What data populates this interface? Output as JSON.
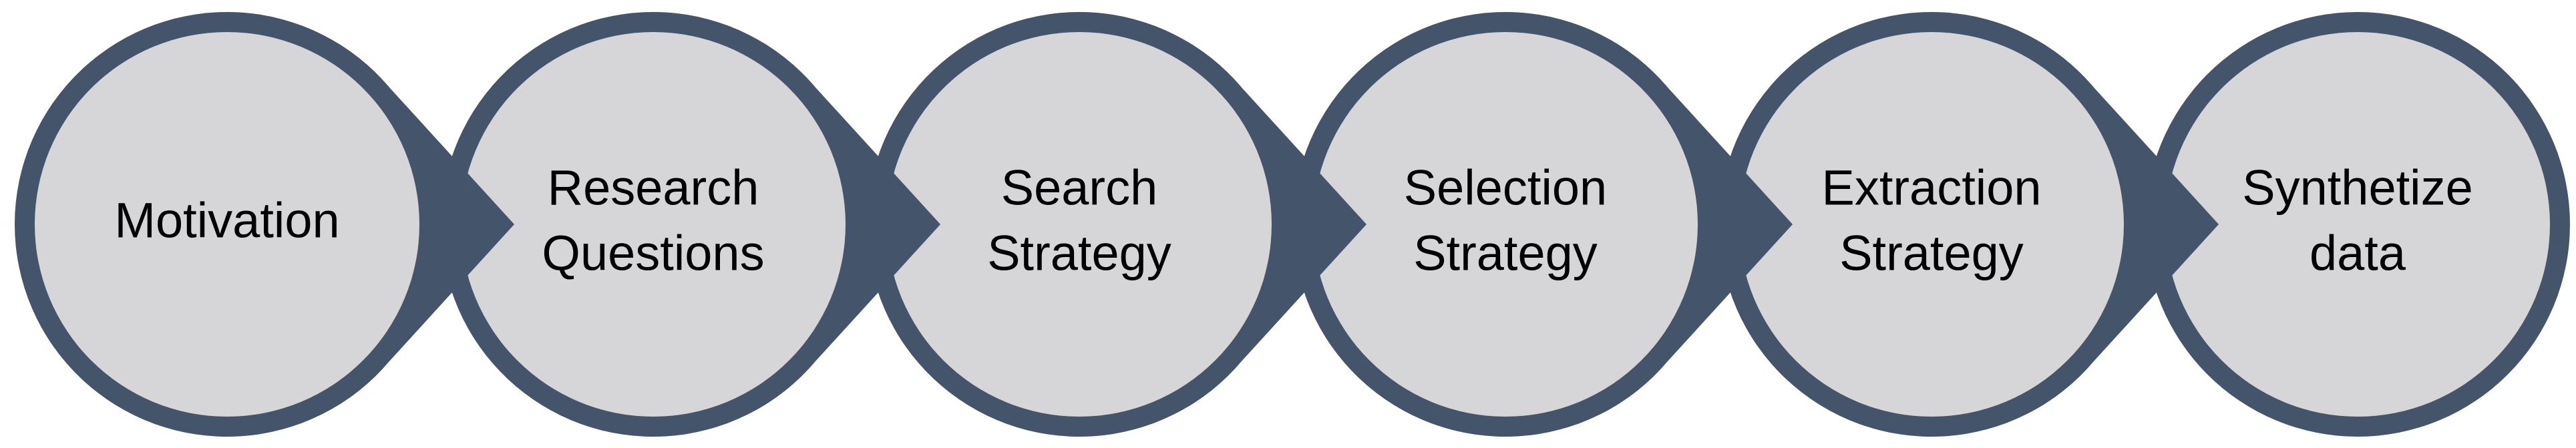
{
  "colors": {
    "ring": "#44546a",
    "fill": "#d6d6d9",
    "text": "#000000",
    "background": "#ffffff"
  },
  "steps": [
    {
      "lines": [
        "Motivation"
      ]
    },
    {
      "lines": [
        "Research",
        "Questions"
      ]
    },
    {
      "lines": [
        "Search",
        "Strategy"
      ]
    },
    {
      "lines": [
        "Selection",
        "Strategy"
      ]
    },
    {
      "lines": [
        "Extraction",
        "Strategy"
      ]
    },
    {
      "lines": [
        "Synthetize",
        "data"
      ]
    }
  ]
}
